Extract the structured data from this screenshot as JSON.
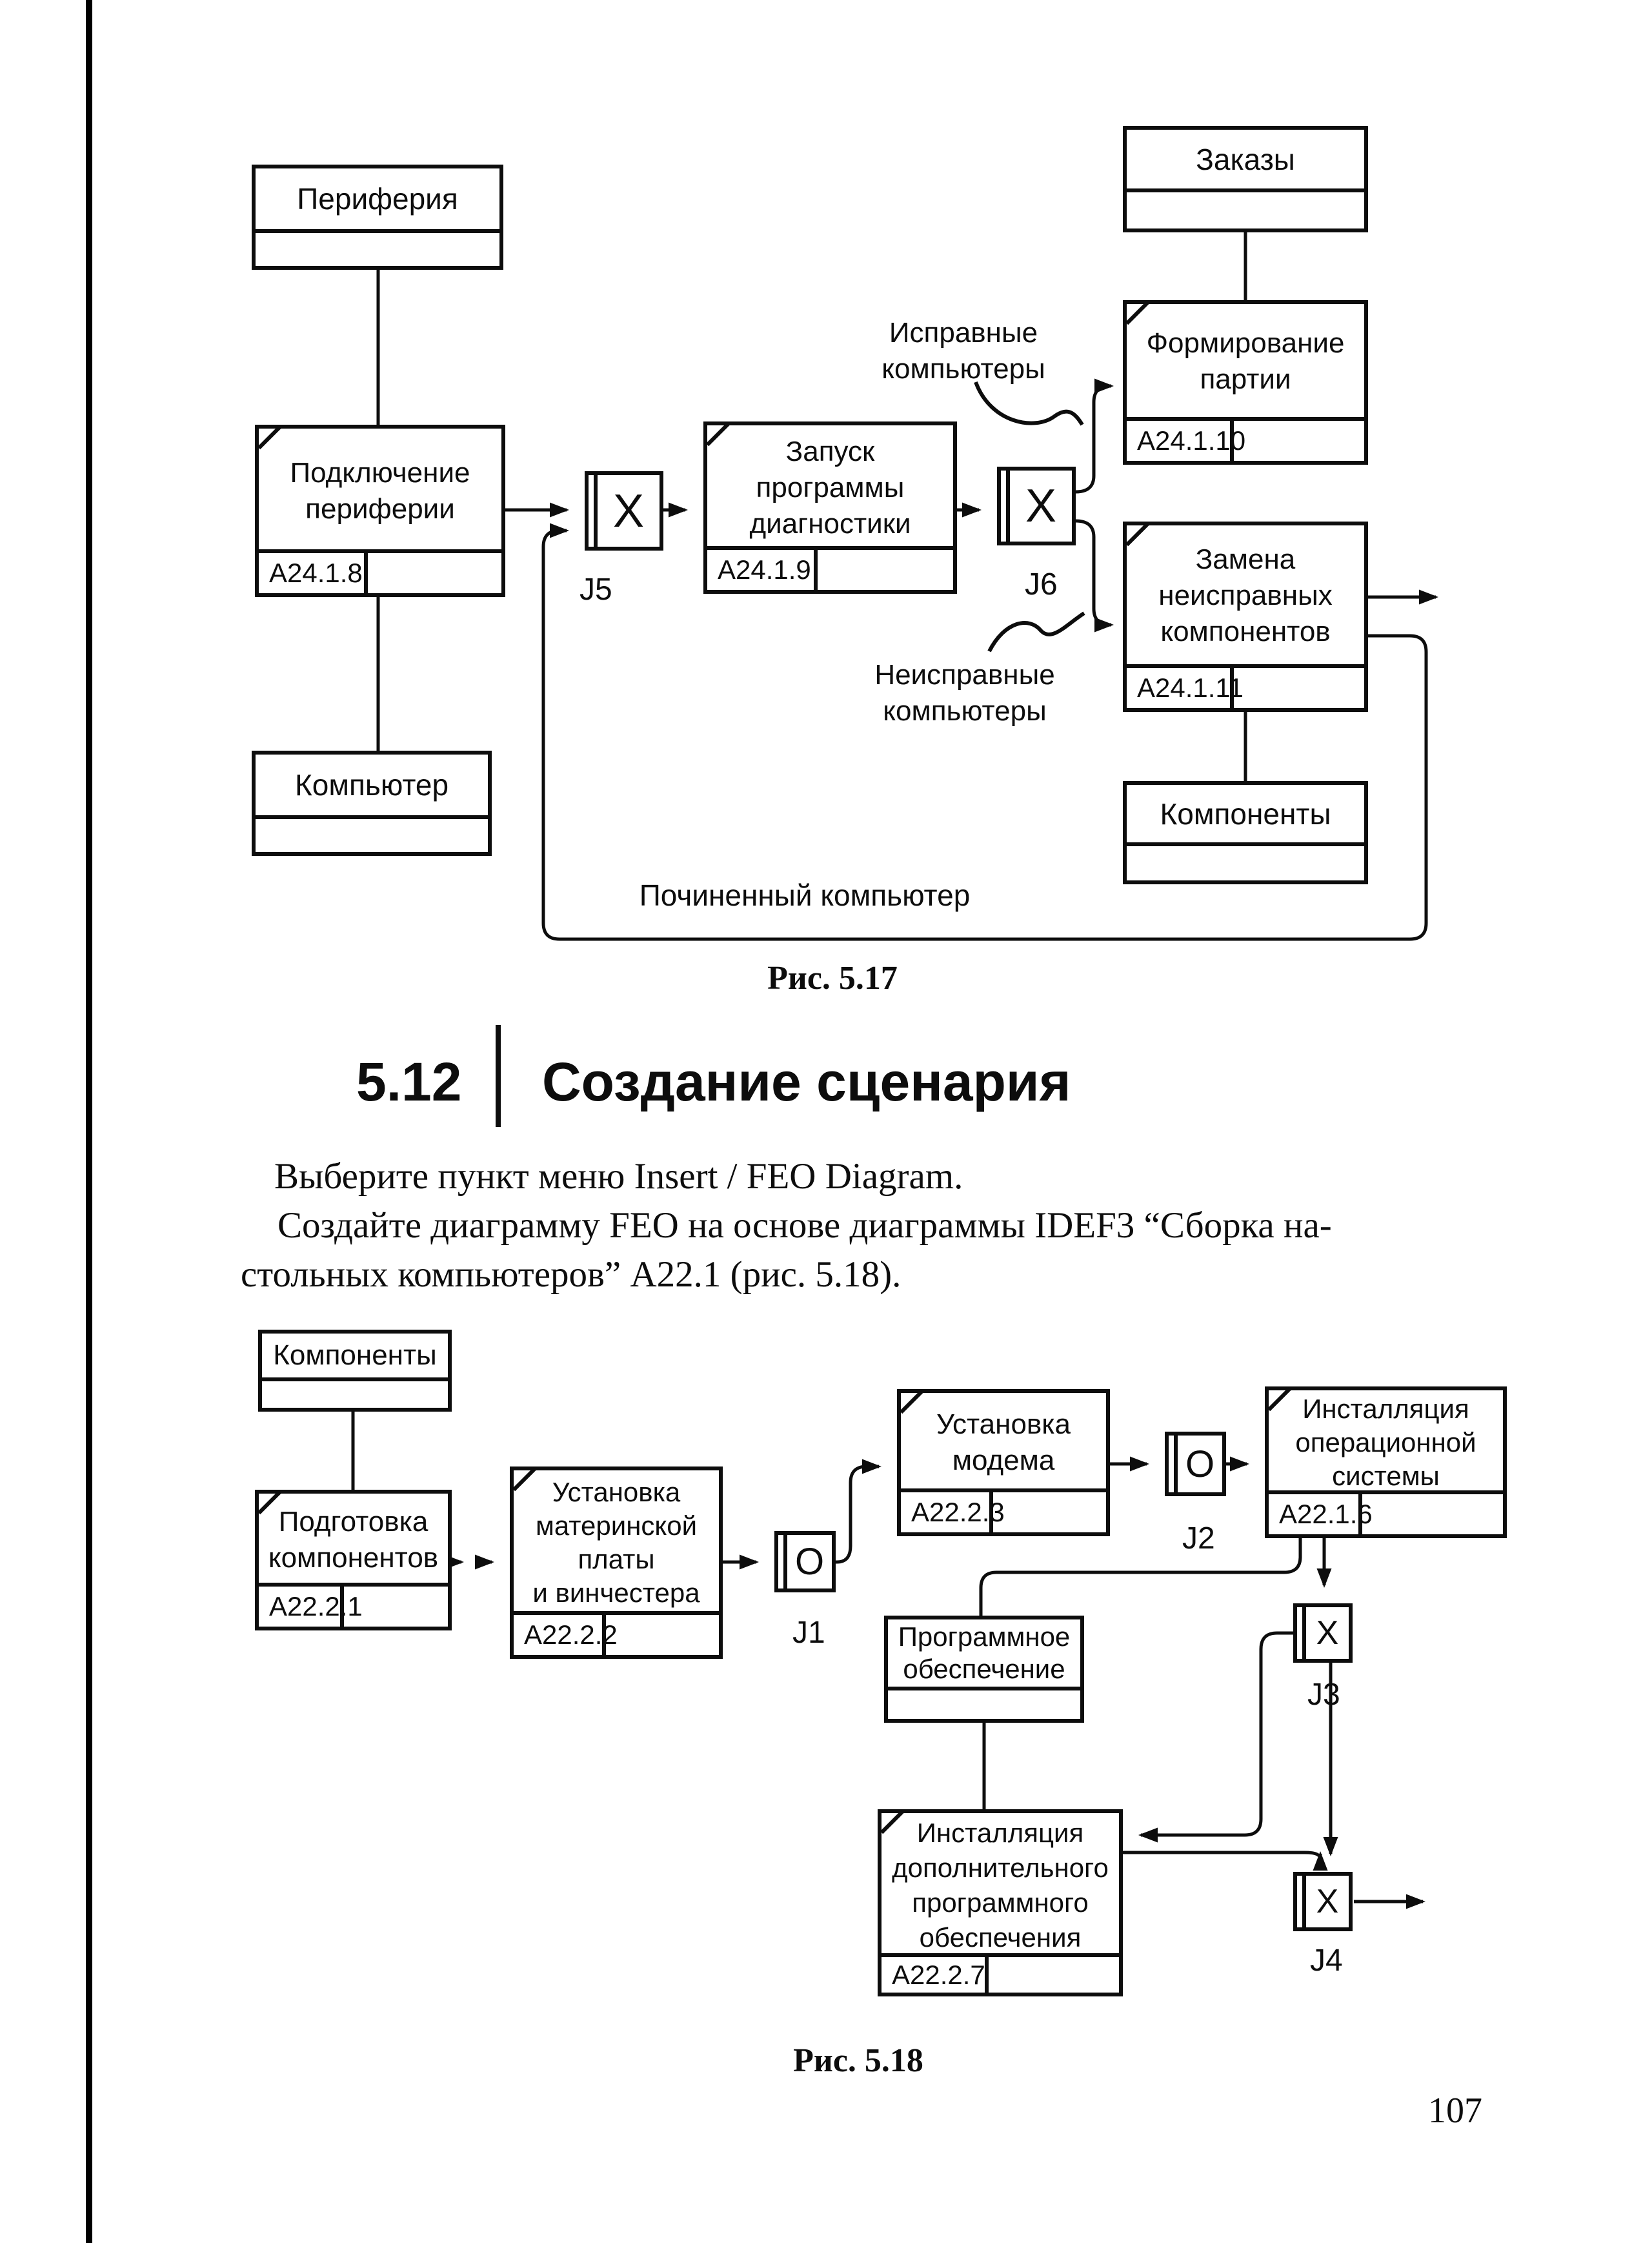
{
  "figure1": {
    "caption": "Рис. 5.17",
    "ref_periferia": "Периферия",
    "uob_podklyuchenie": {
      "lines": [
        "Подключение",
        "периферии"
      ],
      "number": "А24.1.8"
    },
    "ref_komputer": "Компьютер",
    "junction_j5": {
      "glyph": "X",
      "label": "J5"
    },
    "uob_zapusk": {
      "lines": [
        "Запуск",
        "программы",
        "диагностики"
      ],
      "number": "А24.1.9"
    },
    "junction_j6": {
      "glyph": "X",
      "label": "J6"
    },
    "ref_zakazy": "Заказы",
    "uob_formirovanie": {
      "lines": [
        "Формирование",
        "партии"
      ],
      "number": "А24.1.10"
    },
    "uob_zamena": {
      "lines": [
        "Замена",
        "неисправных",
        "компонентов"
      ],
      "number": "А24.1.11"
    },
    "ref_komponenty": "Компоненты",
    "label_ispravnye": {
      "lines": [
        "Исправные",
        "компьютеры"
      ]
    },
    "label_neispravnye": {
      "lines": [
        "Неисправные",
        "компьютеры"
      ]
    },
    "label_pochinenny": "Починенный компьютер"
  },
  "section": {
    "number": "5.12",
    "title": "Создание сценария"
  },
  "body": {
    "line1": "Выберите пункт меню Insert / FEO Diagram.",
    "line2": "Создайте диаграмму FEO на основе диаграммы IDEF3 “Сборка на-",
    "line3": "стольных компьютеров” А22.1 (рис. 5.18)."
  },
  "figure2": {
    "caption": "Рис. 5.18",
    "ref_komponenty": "Компоненты",
    "uob_podgotovka": {
      "lines": [
        "Подготовка",
        "компонентов"
      ],
      "number": "А22.2.1"
    },
    "uob_ustanovka_plata": {
      "lines": [
        "Установка",
        "материнской",
        "платы",
        "и винчестера"
      ],
      "number": "А22.2.2"
    },
    "junction_j1": {
      "glyph": "O",
      "label": "J1"
    },
    "uob_ustanovka_modema": {
      "lines": [
        "Установка",
        "модема"
      ],
      "number": "А22.2.3"
    },
    "junction_j2": {
      "glyph": "O",
      "label": "J2"
    },
    "uob_os": {
      "lines": [
        "Инсталляция",
        "операционной",
        "системы"
      ],
      "number": "А22.1.6"
    },
    "ref_po": {
      "lines": [
        "Программное",
        "обеспечение"
      ]
    },
    "uob_dop_po": {
      "lines": [
        "Инсталляция",
        "дополнительного",
        "программного",
        "обеспечения"
      ],
      "number": "А22.2.7"
    },
    "junction_j3": {
      "glyph": "X",
      "label": "J3"
    },
    "junction_j4": {
      "glyph": "X",
      "label": "J4"
    }
  },
  "page_number": "107"
}
